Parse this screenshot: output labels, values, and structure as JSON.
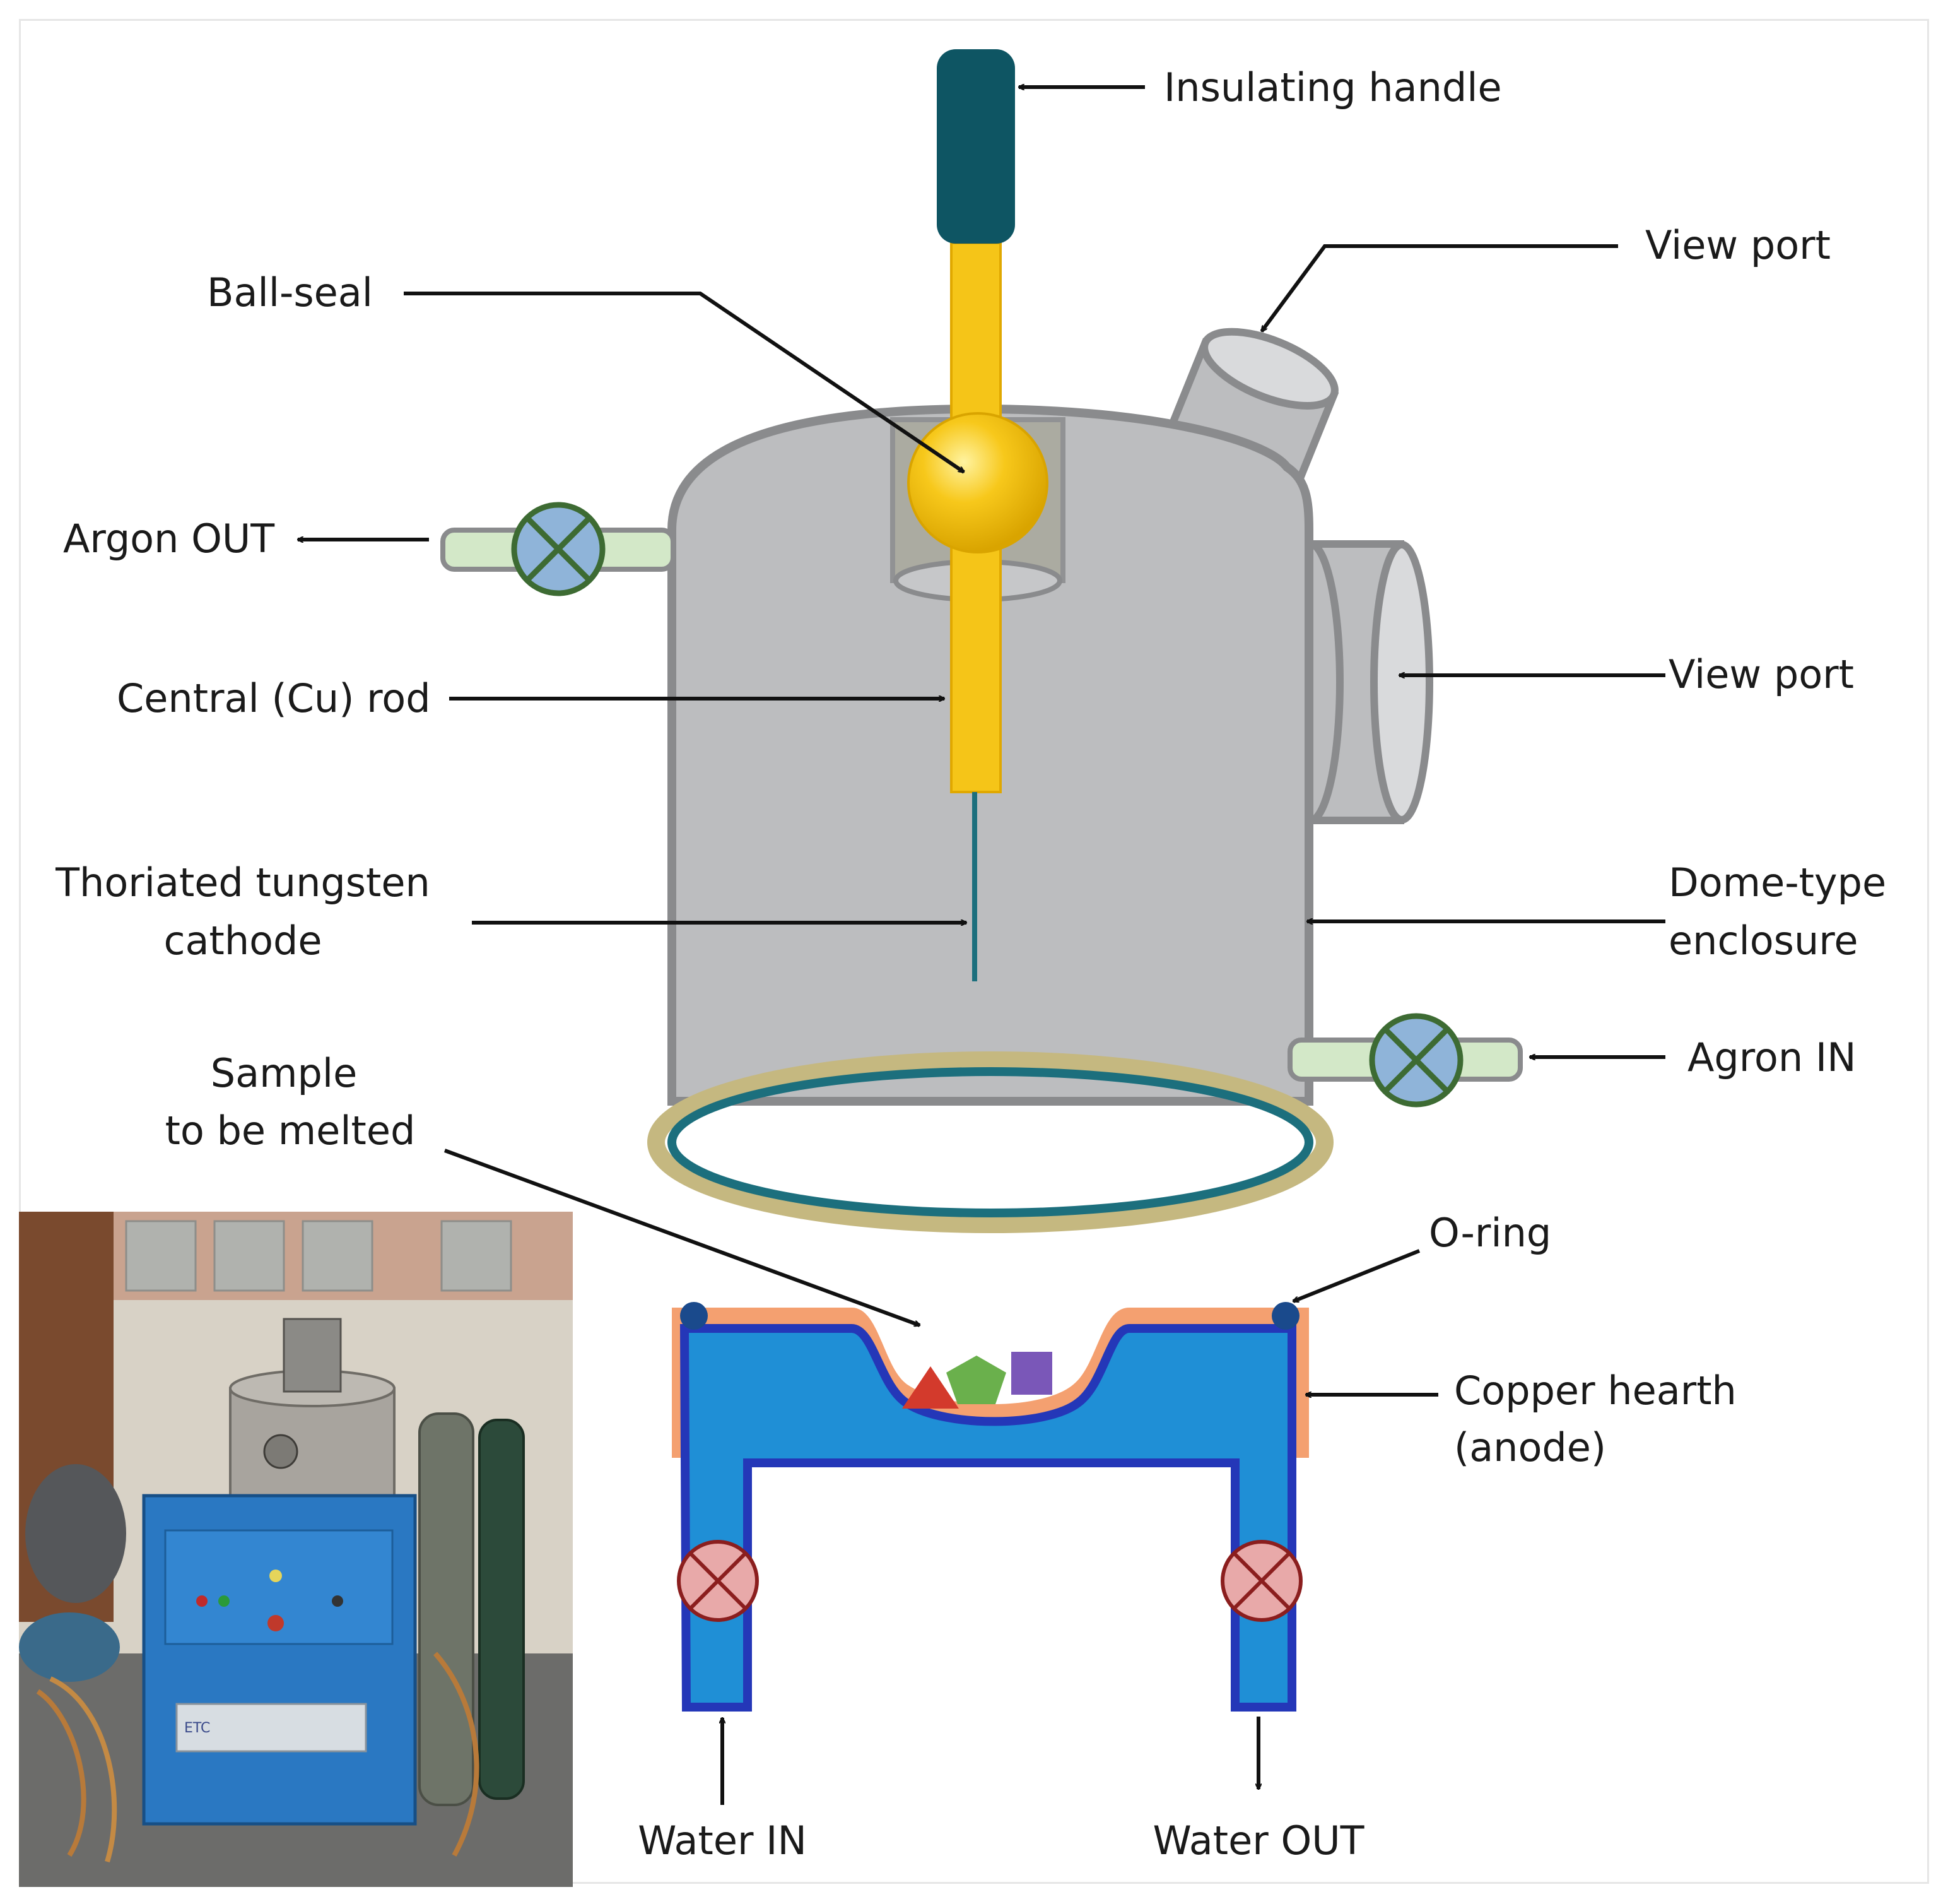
{
  "labels": {
    "insulating_handle": "Insulating handle",
    "view_port_top": "View port",
    "ball_seal": "Ball-seal",
    "argon_out": "Argon OUT",
    "central_rod": "Central (Cu) rod",
    "view_port_side": "View port",
    "cathode_line1": "Thoriated tungsten",
    "cathode_line2": "cathode",
    "enclosure_line1": "Dome-type",
    "enclosure_line2": "enclosure",
    "argon_in": "Agron IN",
    "sample_line1": "Sample",
    "sample_line2": "to be melted",
    "o_ring": "O-ring",
    "hearth_line1": "Copper hearth",
    "hearth_line2": "(anode)",
    "water_in": "Water IN",
    "water_out": "Water OUT"
  },
  "photo": {
    "plate_letters": "ETC"
  },
  "colors": {
    "chamber": "#bcbdbf",
    "chamber_outline": "#8a8b8d",
    "rod": "#f5c518",
    "handle": "#0e5563",
    "pipe": "#d3e8c8",
    "gas_valve": "#8fb4d9",
    "water_valve": "#e8a9a9",
    "hearth_outer": "#f4a070",
    "hearth_inner": "#1f8fd6",
    "hearth_border": "#2437b8"
  }
}
